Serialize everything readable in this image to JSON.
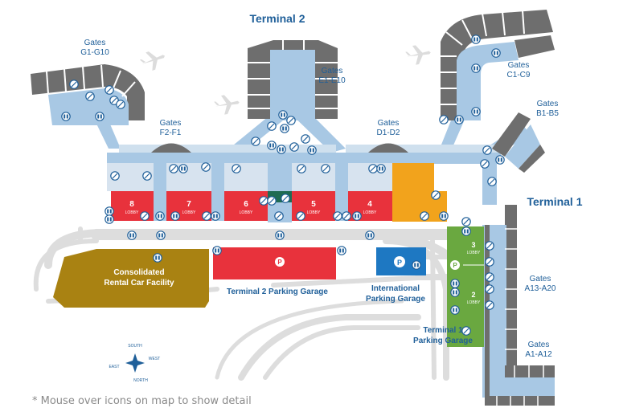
{
  "terminals": {
    "t2": "Terminal 2",
    "t1": "Terminal 1"
  },
  "gates": {
    "g": [
      "Gates",
      "G1-G10"
    ],
    "f": [
      "Gates",
      "F2-F1"
    ],
    "e": [
      "Gates",
      "E1-E10"
    ],
    "d": [
      "Gates",
      "D1-D2"
    ],
    "c": [
      "Gates",
      "C1-C9"
    ],
    "b": [
      "Gates",
      "B1-B5"
    ],
    "a13": [
      "Gates",
      "A13-A20"
    ],
    "a1": [
      "Gates",
      "A1-A12"
    ]
  },
  "lobbies": [
    {
      "num": "8",
      "word": "LOBBY"
    },
    {
      "num": "7",
      "word": "LOBBY"
    },
    {
      "num": "6",
      "word": "LOBBY"
    },
    {
      "num": "5",
      "word": "LOBBY"
    },
    {
      "num": "4",
      "word": "LOBBY"
    },
    {
      "num": "3",
      "word": "LOBBY"
    },
    {
      "num": "2",
      "word": "LOBBY"
    }
  ],
  "facilities": {
    "rental": [
      "Consolidated",
      "Rental Car Facility"
    ],
    "t2_garage": "Terminal 2 Parking Garage",
    "intl": [
      "International",
      "Parking Garage"
    ],
    "t1_garage": [
      "Terminal 1",
      "Parking Garage"
    ]
  },
  "compass": {
    "south": "SOUTH",
    "west": "WEST",
    "east": "EAST",
    "north": "NORTH"
  },
  "parking_symbol": "P",
  "footnote": "* Mouse over icons on map to show detail",
  "colors": {
    "concourse": "#a8c8e4",
    "building_pale": "#d7e3ef",
    "lobby_red": "#e8323c",
    "lobby_green": "#6aa840",
    "orange": "#f2a31c",
    "gate_gray": "#6e6e6e",
    "road": "#dcdcdc",
    "rental": "#a98212",
    "park_blue": "#1e78c2",
    "dark_green": "#1f6b52",
    "label_blue": "#1f5f99"
  }
}
